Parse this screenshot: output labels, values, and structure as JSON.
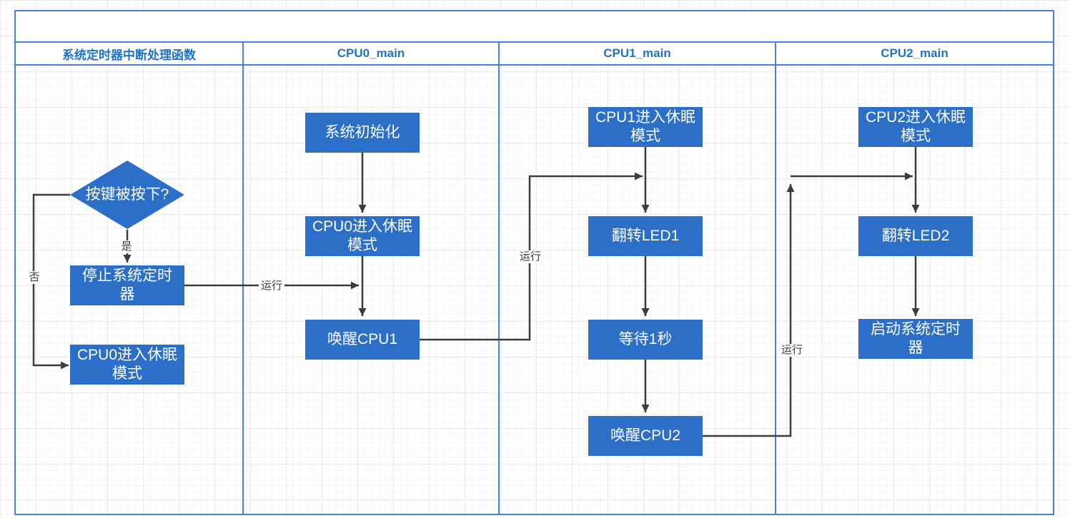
{
  "lanes": [
    {
      "title": "系统定时器中断处理函数"
    },
    {
      "title": "CPU0_main"
    },
    {
      "title": "CPU1_main"
    },
    {
      "title": "CPU2_main"
    }
  ],
  "nodes": {
    "key_pressed": "按键被按下?",
    "stop_timer": "停止系统定时\n器",
    "cpu0_sleep_isr": "CPU0进入休眠\n模式",
    "sys_init": "系统初始化",
    "cpu0_sleep": "CPU0进入休眠\n模式",
    "wake_cpu1": "唤醒CPU1",
    "cpu1_sleep": "CPU1进入休眠\n模式",
    "toggle_led1": "翻转LED1",
    "wait_1s": "等待1秒",
    "wake_cpu2": "唤醒CPU2",
    "cpu2_sleep": "CPU2进入休眠\n模式",
    "toggle_led2": "翻转LED2",
    "start_timer": "启动系统定时\n器"
  },
  "edge_labels": {
    "yes": "是",
    "no": "否",
    "run0": "运行",
    "run1": "运行",
    "run2": "运行"
  },
  "colors": {
    "node_fill": "#2C6FC9",
    "lane_border": "#4A80D9",
    "lane_title": "#2172CB",
    "edge": "#3C3C3C",
    "label_text": "#3F3F3F"
  }
}
